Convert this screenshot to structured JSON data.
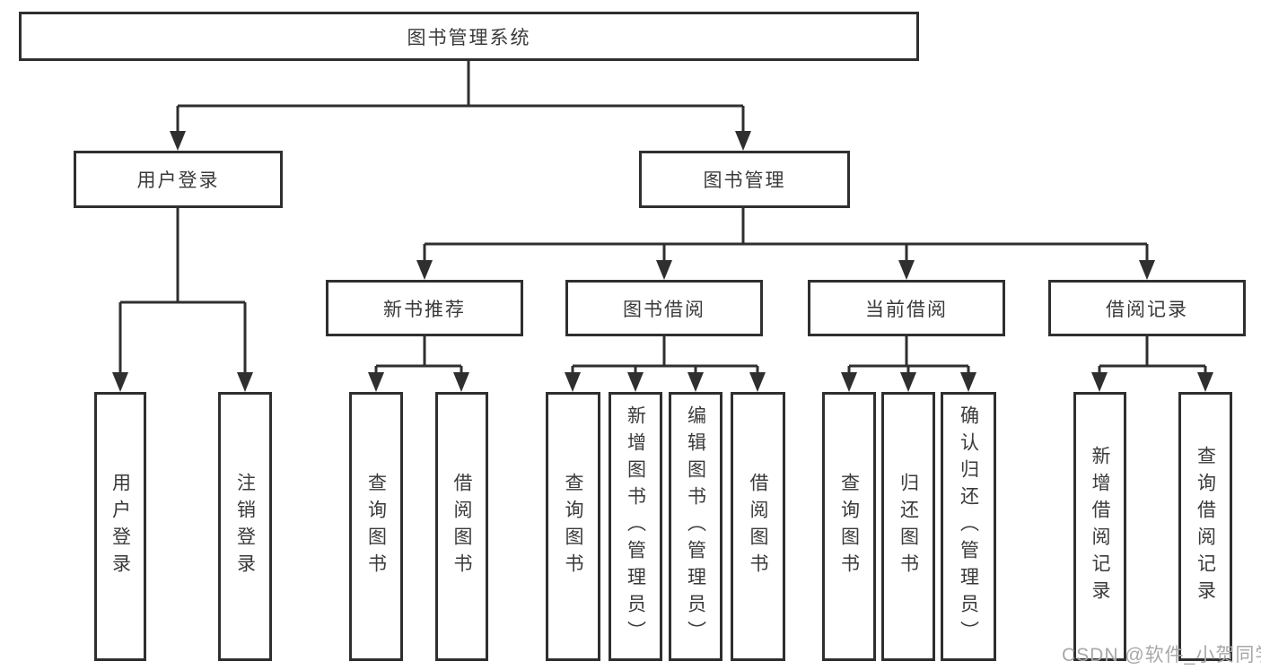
{
  "tree": {
    "label": "图书管理系统",
    "children": [
      {
        "label": "用户登录",
        "children": [
          {
            "label": "用户登录"
          },
          {
            "label": "注销登录"
          }
        ]
      },
      {
        "label": "图书管理",
        "children": [
          {
            "label": "新书推荐",
            "children": [
              {
                "label": "查询图书"
              },
              {
                "label": "借阅图书"
              }
            ]
          },
          {
            "label": "图书借阅",
            "children": [
              {
                "label": "查询图书"
              },
              {
                "label": "新增图书（管理员）"
              },
              {
                "label": "编辑图书（管理员）"
              },
              {
                "label": "借阅图书"
              }
            ]
          },
          {
            "label": "当前借阅",
            "children": [
              {
                "label": "查询图书"
              },
              {
                "label": "归还图书"
              },
              {
                "label": "确认归还（管理员）"
              }
            ]
          },
          {
            "label": "借阅记录",
            "children": [
              {
                "label": "新增借阅记录"
              },
              {
                "label": "查询借阅记录"
              }
            ]
          }
        ]
      }
    ]
  },
  "watermark": {
    "text": "CSDN @软件_小贺同学"
  },
  "colors": {
    "line": "#2f2f2f",
    "text": "#3a3a3a",
    "watermark": "#a8a8a8",
    "background": "#ffffff"
  }
}
